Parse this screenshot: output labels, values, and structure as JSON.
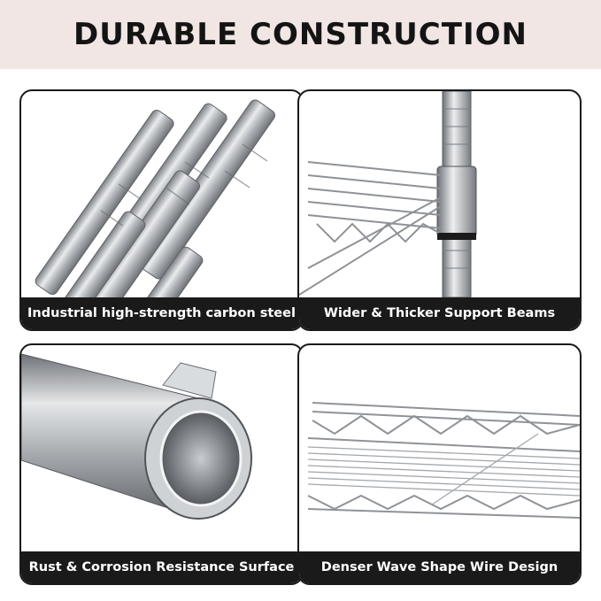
{
  "header": {
    "title": "DURABLE CONSTRUCTION"
  },
  "panels": [
    {
      "caption": "Industrial high-strength carbon steel",
      "image": "steel-tubes-icon"
    },
    {
      "caption": "Wider & Thicker Support Beams",
      "image": "pole-with-shelf-icon"
    },
    {
      "caption": "Rust & Corrosion Resistance Surface",
      "image": "tube-cross-section-icon"
    },
    {
      "caption": "Denser Wave Shape Wire Design",
      "image": "wire-shelf-icon"
    }
  ],
  "colors": {
    "header_bg": "#f1e6e4",
    "caption_bg": "#1a1a1a",
    "steel": "#b9bcc0"
  }
}
